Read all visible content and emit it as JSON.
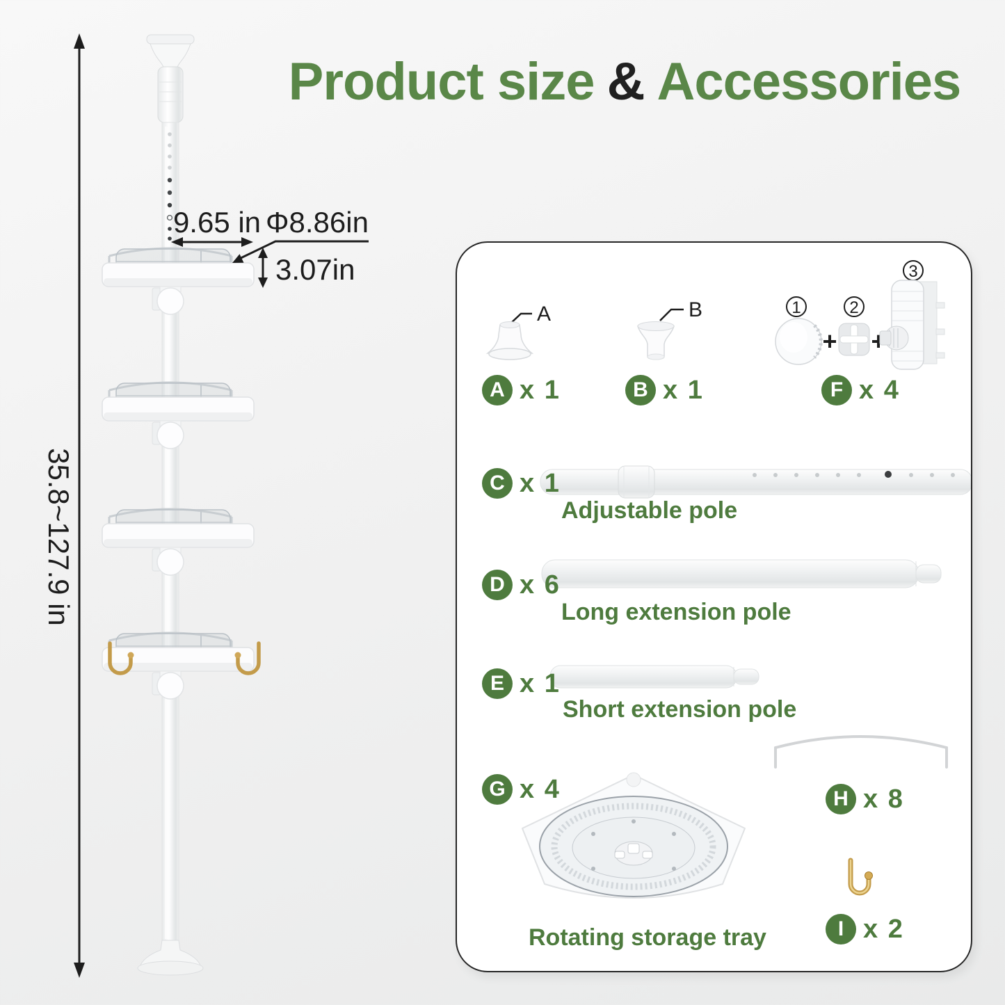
{
  "title": {
    "lead": "Product size",
    "amp": "&",
    "tail": "Accessories"
  },
  "pole_figure": {
    "height_range": "35.8~127.9 in",
    "tray_width": "9.65 in",
    "tray_diameter": "Φ8.86in",
    "tray_height": "3.07in"
  },
  "panel": {
    "a": {
      "letter": "A",
      "count": "x 1",
      "callout": "A"
    },
    "b": {
      "letter": "B",
      "count": "x 1",
      "callout": "B"
    },
    "f": {
      "letter": "F",
      "count": "x 4",
      "step1": "1",
      "step2": "2",
      "step3": "3",
      "plus": "+"
    },
    "c": {
      "letter": "C",
      "count": "x 1",
      "label": "Adjustable pole"
    },
    "d": {
      "letter": "D",
      "count": "x 6",
      "label": "Long extension pole"
    },
    "e": {
      "letter": "E",
      "count": "x 1",
      "label": "Short extension pole"
    },
    "g": {
      "letter": "G",
      "count": "x 4",
      "label": "Rotating storage tray"
    },
    "h": {
      "letter": "H",
      "count": "x 8"
    },
    "i": {
      "letter": "I",
      "count": "x 2"
    }
  },
  "colors": {
    "title_green": "#5a8748",
    "badge_green": "#4e7b3e",
    "dimension_text": "#1d1d1d",
    "hook_gold": "#c39b4a",
    "panel_border": "#262626"
  }
}
